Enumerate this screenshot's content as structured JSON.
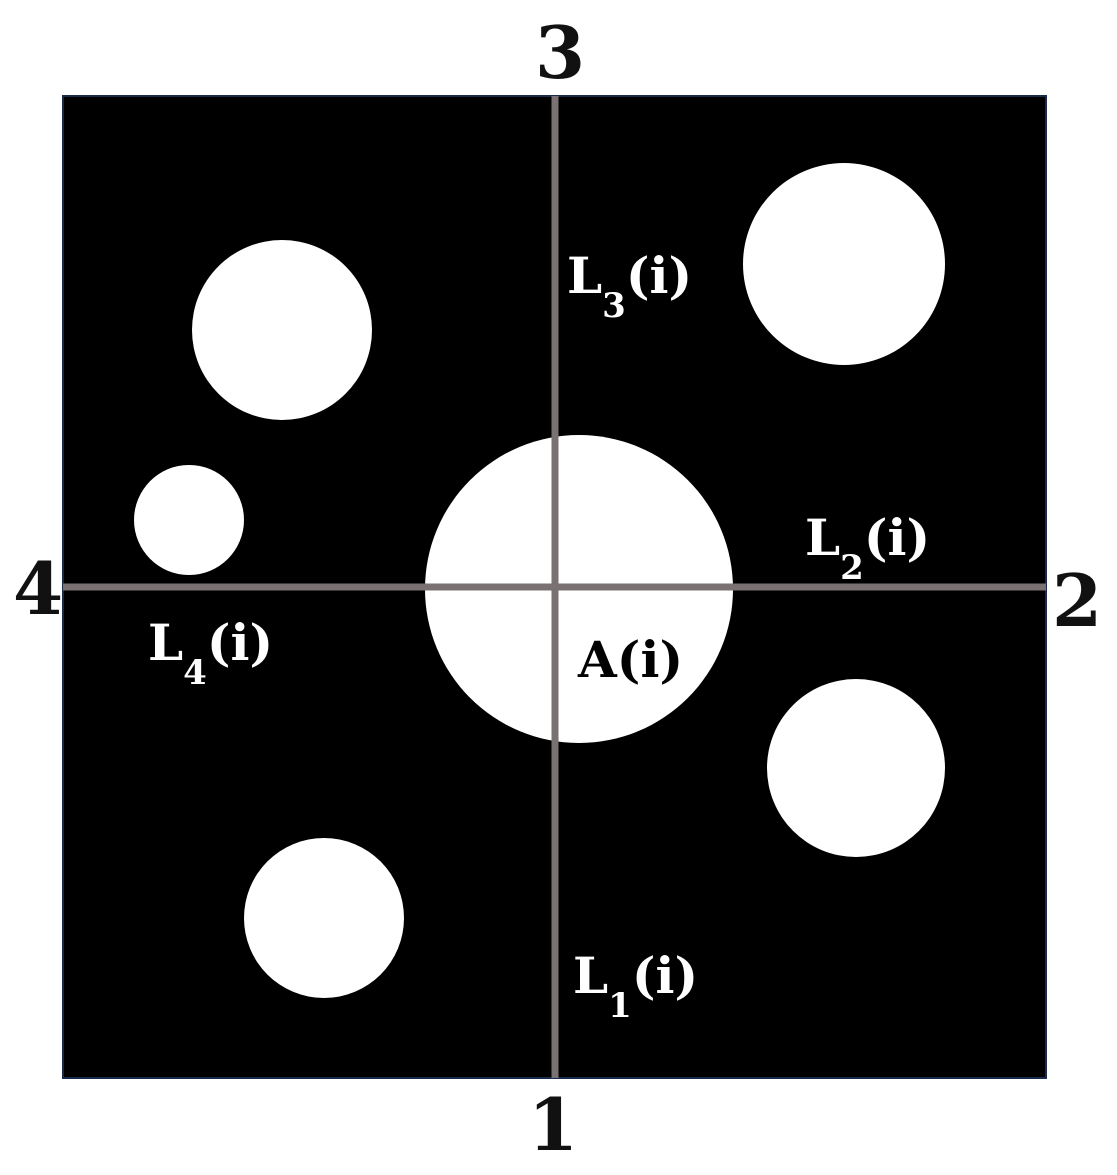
{
  "colors": {
    "background": "#ffffff",
    "square_fill": "#000000",
    "square_border": "#1a2a4a",
    "pores": "#ffffff",
    "lines": "#7a7272",
    "edge_text": "#111111",
    "label_text": "#ffffff"
  },
  "edges": {
    "bottom": "1",
    "right": "2",
    "top": "3",
    "left": "4"
  },
  "segments": {
    "l1": {
      "base": "L",
      "sub": "1",
      "tail": "(i)"
    },
    "l2": {
      "base": "L",
      "sub": "2",
      "tail": "(i)"
    },
    "l3": {
      "base": "L",
      "sub": "3",
      "tail": "(i)"
    },
    "l4": {
      "base": "L",
      "sub": "4",
      "tail": "(i)"
    }
  },
  "center_label": "A(i)"
}
